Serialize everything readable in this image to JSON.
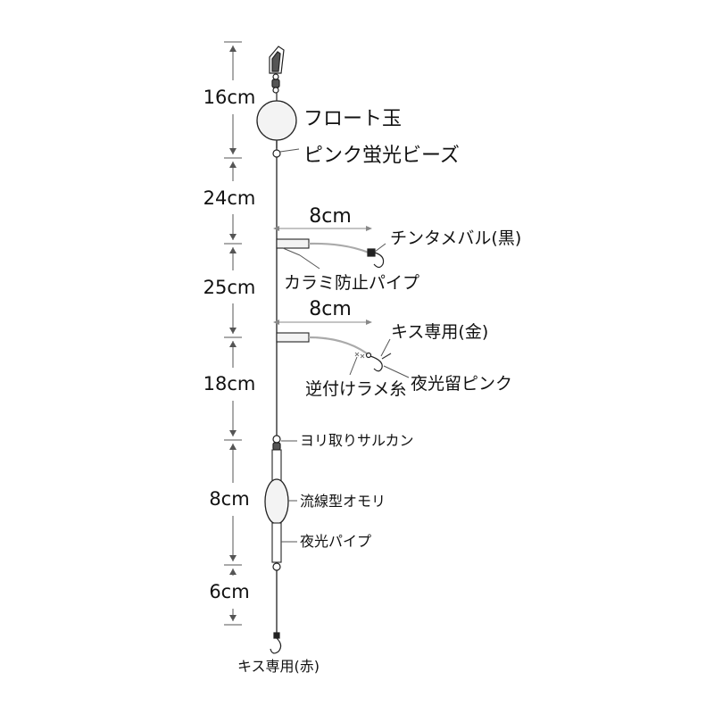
{
  "dimensions": [
    {
      "label": "16cm"
    },
    {
      "label": "24cm"
    },
    {
      "label": "25cm"
    },
    {
      "label": "18cm"
    },
    {
      "label": "8cm"
    },
    {
      "label": "6cm"
    }
  ],
  "branch_lengths": [
    {
      "label": "8cm"
    },
    {
      "label": "8cm"
    }
  ],
  "parts": {
    "float": "フロート玉",
    "bead": "ピンク蛍光ビーズ",
    "hook1": "チンタメバル(黒)",
    "pipe": "カラミ防止パイプ",
    "hook2": "キス専用(金)",
    "lame": "逆付けラメ糸",
    "glow_pink": "夜光留ピンク",
    "swivel": "ヨリ取りサルカン",
    "sinker": "流線型オモリ",
    "glow_pipe": "夜光パイプ",
    "hook_bottom": "キス専用(赤)"
  }
}
